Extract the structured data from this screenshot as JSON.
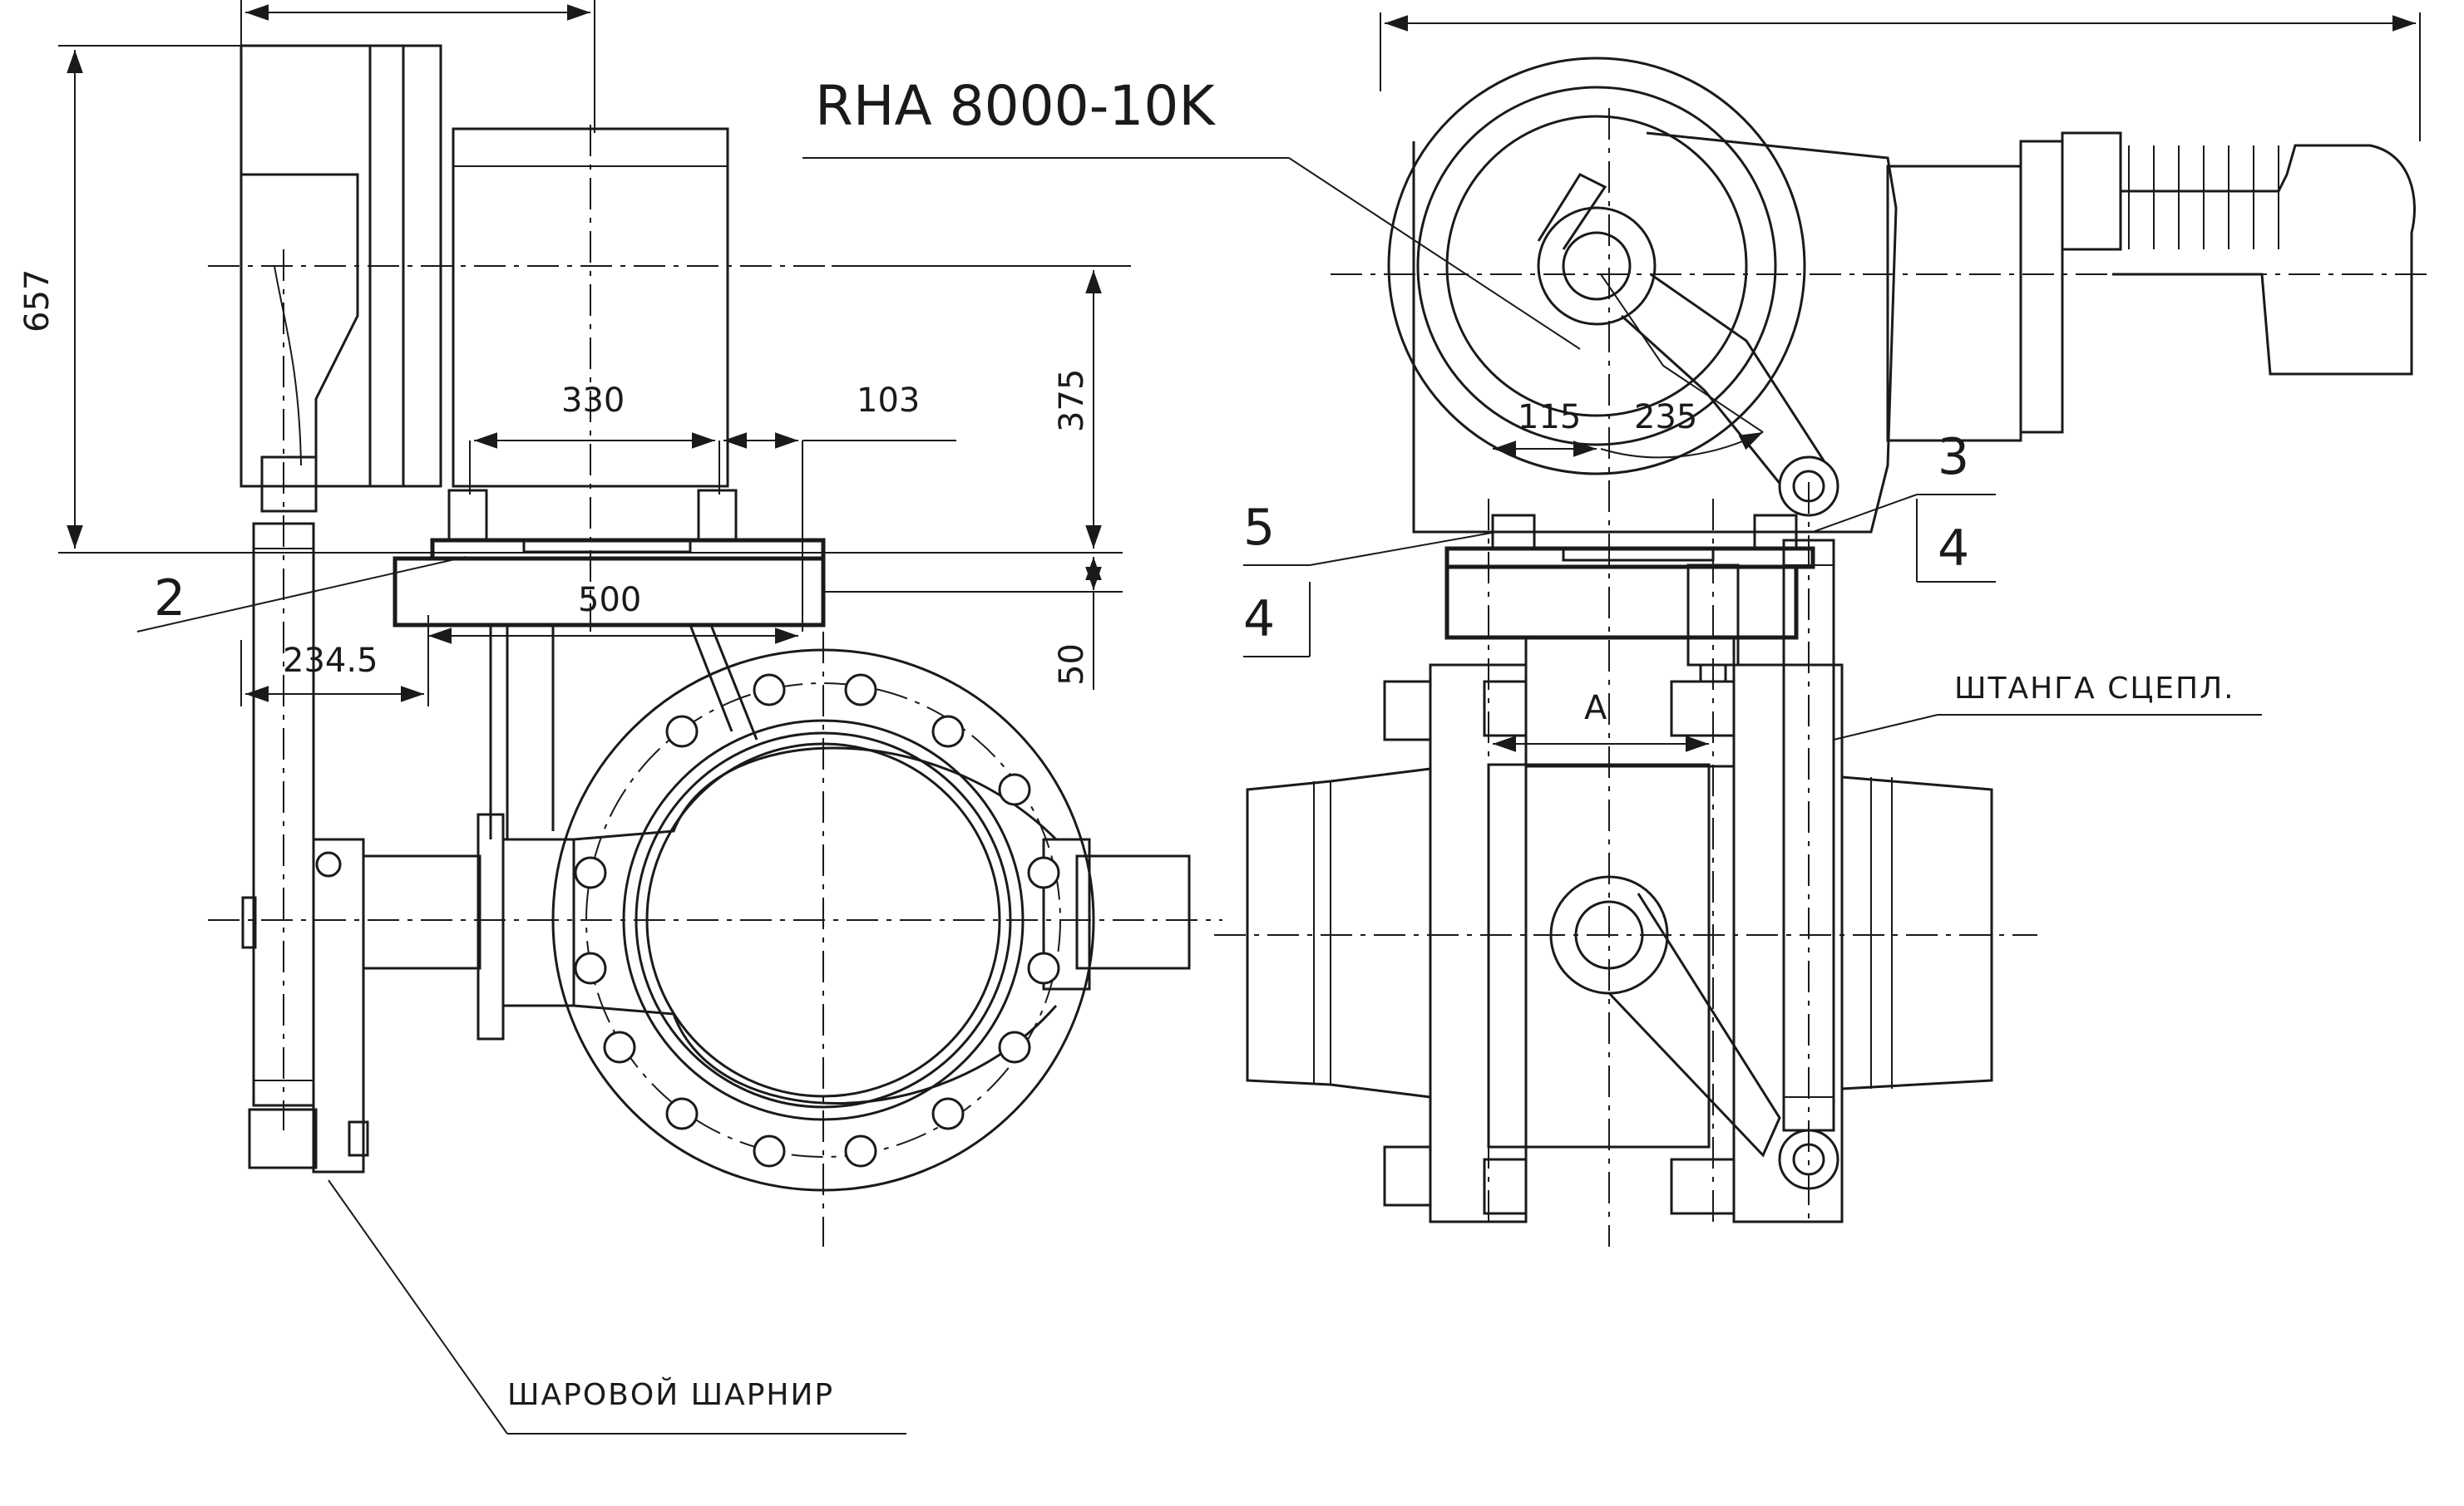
{
  "model": "RHA 8000-10K",
  "dimensions": {
    "height_total": "657",
    "height_mid": "375",
    "height_base": "50",
    "width_330": "330",
    "width_103": "103",
    "width_500": "500",
    "width_234": "234.5",
    "right_115": "115",
    "right_235": "235",
    "right_A": "A"
  },
  "callouts": {
    "c2": "2",
    "c3": "3",
    "c4a": "4",
    "c4b": "4",
    "c5": "5"
  },
  "notes": {
    "ball_joint": "ШАРОВОЙ ШАРНИР",
    "coupling_rod": "ШТАНГА СЦЕПЛ."
  }
}
